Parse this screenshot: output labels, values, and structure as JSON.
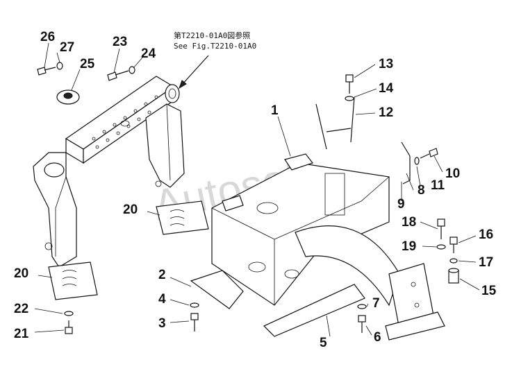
{
  "reference_note": {
    "line_jp": "第T2210-01A0図参照",
    "line_en": "See Fig.T2210-01A0"
  },
  "watermark": "Autosoft",
  "callouts": [
    "1",
    "2",
    "3",
    "4",
    "5",
    "6",
    "7",
    "8",
    "9",
    "10",
    "11",
    "12",
    "13",
    "14",
    "15",
    "16",
    "17",
    "18",
    "19",
    "20",
    "20",
    "21",
    "22",
    "23",
    "24",
    "25",
    "26",
    "27"
  ]
}
